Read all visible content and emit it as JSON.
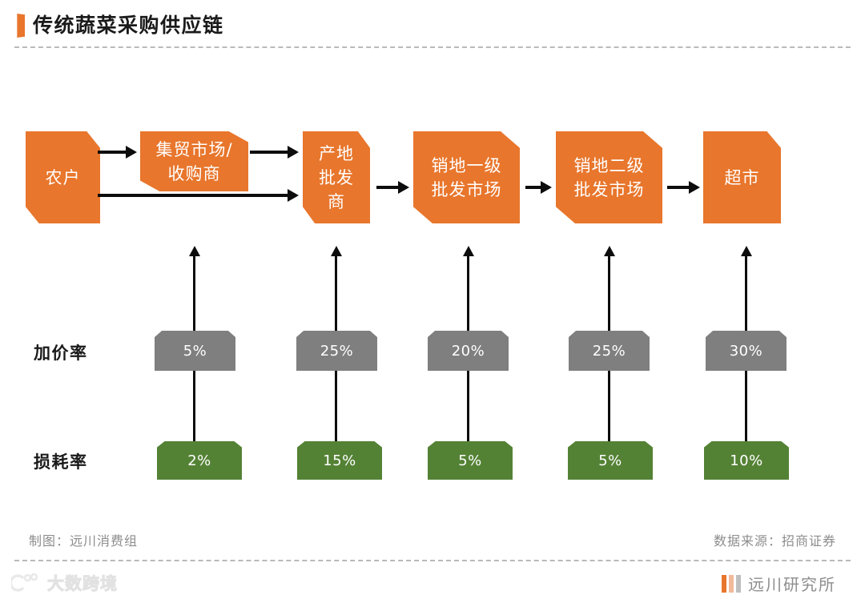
{
  "header": {
    "title": "传统蔬菜采购供应链",
    "accent_color": "#E8762C"
  },
  "colors": {
    "orange": "#E8762C",
    "gray": "#7F7F7F",
    "green": "#548235",
    "arrow": "#0d0d0d"
  },
  "flow": {
    "nodes": [
      {
        "id": "farmer",
        "label": "农户"
      },
      {
        "id": "market",
        "label": "集贸市场/\n收购商"
      },
      {
        "id": "origin",
        "label": "产地\n批发\n商"
      },
      {
        "id": "primary",
        "label": "销地一级\n批发市场"
      },
      {
        "id": "secondary",
        "label": "销地二级\n批发市场"
      },
      {
        "id": "supermarket",
        "label": "超市"
      }
    ]
  },
  "rates": {
    "markup": {
      "label": "加价率",
      "color": "#7F7F7F",
      "values": [
        "5%",
        "25%",
        "20%",
        "25%",
        "30%"
      ]
    },
    "loss": {
      "label": "损耗率",
      "color": "#548235",
      "values": [
        "2%",
        "15%",
        "5%",
        "5%",
        "10%"
      ]
    }
  },
  "chart_data": {
    "type": "diagram",
    "title": "传统蔬菜采购供应链",
    "nodes": [
      "农户",
      "集贸市场/收购商",
      "产地批发商",
      "销地一级批发市场",
      "销地二级批发市场",
      "超市"
    ],
    "edges": [
      [
        "农户",
        "集贸市场/收购商"
      ],
      [
        "集贸市场/收购商",
        "产地批发商"
      ],
      [
        "农户",
        "产地批发商"
      ],
      [
        "产地批发商",
        "销地一级批发市场"
      ],
      [
        "销地一级批发市场",
        "销地二级批发市场"
      ],
      [
        "销地二级批发市场",
        "超市"
      ]
    ],
    "series": [
      {
        "name": "加价率",
        "categories": [
          "集贸市场/收购商",
          "产地批发商",
          "销地一级批发市场",
          "销地二级批发市场",
          "超市"
        ],
        "values": [
          5,
          25,
          20,
          25,
          30
        ],
        "unit": "%"
      },
      {
        "name": "损耗率",
        "categories": [
          "集贸市场/收购商",
          "产地批发商",
          "销地一级批发市场",
          "销地二级批发市场",
          "超市"
        ],
        "values": [
          2,
          15,
          5,
          5,
          10
        ],
        "unit": "%"
      }
    ]
  },
  "footer": {
    "credit_left": "制图：远川消费组",
    "credit_right": "数据来源：招商证券"
  },
  "branding": {
    "watermark_text": "大数跨境",
    "publisher_text": "远川研究所"
  }
}
